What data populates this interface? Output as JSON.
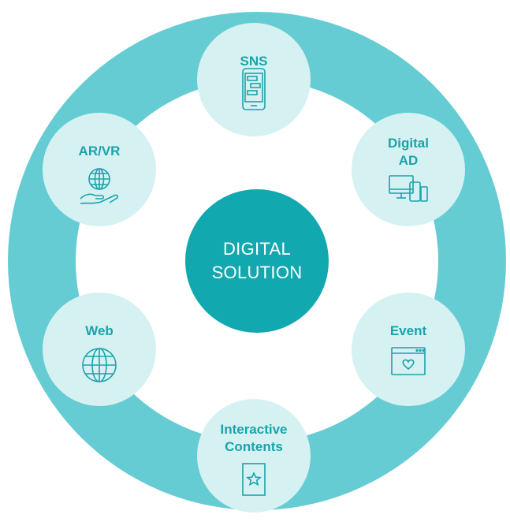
{
  "colors": {
    "ring": "#66ccd3",
    "inner": "#ffffff",
    "node_fill": "#d6f1f2",
    "accent": "#1aa3ab",
    "center_fill": "#12a8b0",
    "center_text": "#ffffff"
  },
  "center": {
    "label": "DIGITAL\nSOLUTION"
  },
  "nodes": [
    {
      "label": "SNS",
      "icon": "smartphone-icon"
    },
    {
      "label": "Digital\nAD",
      "icon": "devices-icon"
    },
    {
      "label": "Event",
      "icon": "browser-heart-icon"
    },
    {
      "label": "Interactive\nContents",
      "icon": "star-card-icon"
    },
    {
      "label": "Web",
      "icon": "globe-icon"
    },
    {
      "label": "AR/VR",
      "icon": "hand-globe-icon"
    }
  ]
}
